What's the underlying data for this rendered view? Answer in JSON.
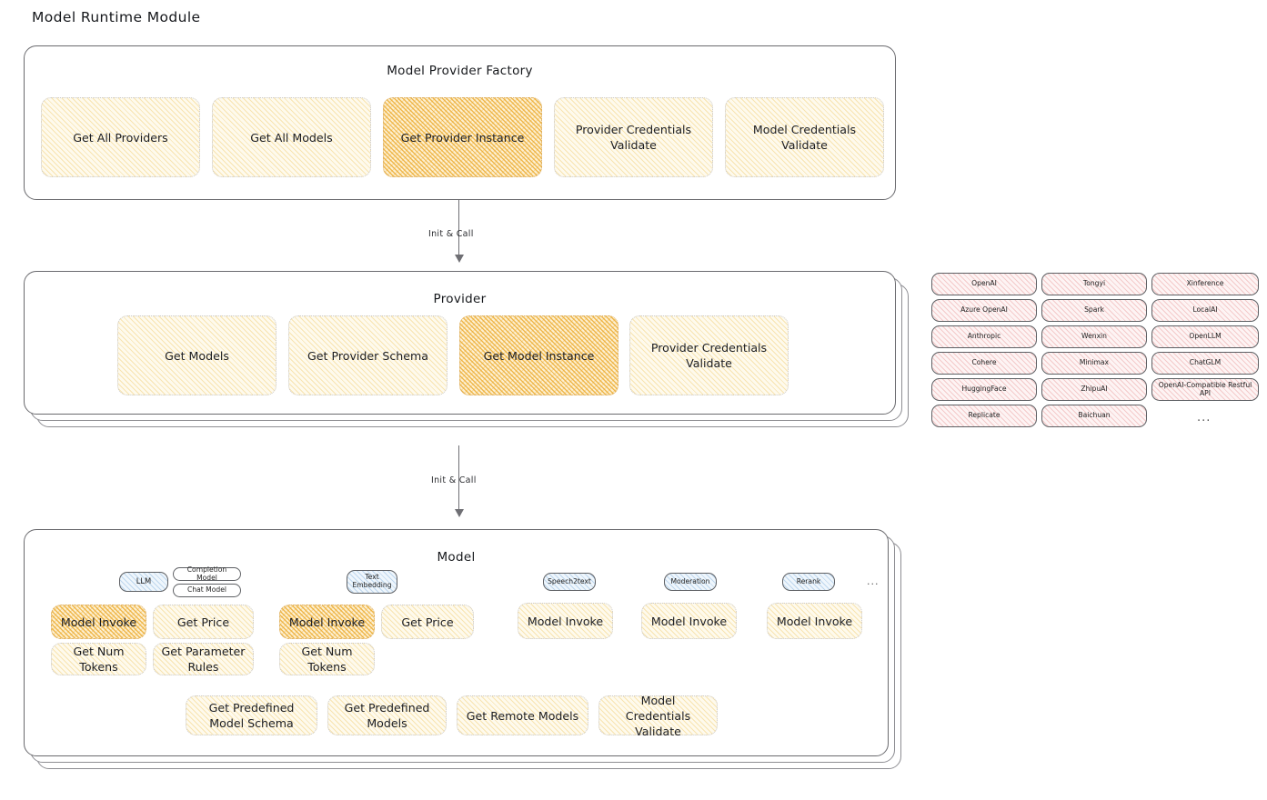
{
  "page": {
    "title": "Model Runtime Module"
  },
  "colors": {
    "highlight_fill": "#f0c45a",
    "light_fill": "#fefaed",
    "provider_chip_fill": "#fdf4f4",
    "model_type_chip_fill": "#eff6fc",
    "stroke": "#5b5b5f"
  },
  "factory": {
    "title": "Model Provider Factory",
    "boxes": [
      {
        "label": "Get All Providers",
        "highlight": false
      },
      {
        "label": "Get All Models",
        "highlight": false
      },
      {
        "label": "Get Provider Instance",
        "highlight": true
      },
      {
        "label": "Provider Credentials Validate",
        "highlight": false
      },
      {
        "label": "Model Credentials Validate",
        "highlight": false
      }
    ]
  },
  "arrows": [
    {
      "label": "Init & Call"
    },
    {
      "label": "Init & Call"
    }
  ],
  "provider": {
    "title": "Provider",
    "boxes": [
      {
        "label": "Get Models",
        "highlight": false
      },
      {
        "label": "Get Provider Schema",
        "highlight": false
      },
      {
        "label": "Get Model Instance",
        "highlight": true
      },
      {
        "label": "Provider Credentials Validate",
        "highlight": false
      }
    ]
  },
  "provider_list": {
    "columns": [
      {
        "items": [
          "OpenAI",
          "Azure OpenAI",
          "Anthropic",
          "Cohere",
          "HuggingFace",
          "Replicate"
        ]
      },
      {
        "items": [
          "Tongyi",
          "Spark",
          "Wenxin",
          "Minimax",
          "ZhipuAI",
          "Baichuan"
        ]
      },
      {
        "items": [
          "Xinference",
          "LocalAI",
          "OpenLLM",
          "ChatGLM",
          "OpenAI-Compatible Restful API"
        ]
      }
    ],
    "more": "..."
  },
  "model": {
    "title": "Model",
    "more": "...",
    "types": [
      {
        "name": "LLM",
        "subtypes": [
          "Completion Model",
          "Chat Model"
        ],
        "methods": [
          {
            "label": "Model Invoke",
            "highlight": true
          },
          {
            "label": "Get Price",
            "highlight": false
          },
          {
            "label": "Get Num Tokens",
            "highlight": false
          },
          {
            "label": "Get Parameter Rules",
            "highlight": false
          }
        ]
      },
      {
        "name": "Text Embedding",
        "subtypes": [],
        "methods": [
          {
            "label": "Model Invoke",
            "highlight": true
          },
          {
            "label": "Get Price",
            "highlight": false
          },
          {
            "label": "Get Num Tokens",
            "highlight": false
          }
        ]
      },
      {
        "name": "Speech2text",
        "subtypes": [],
        "methods": [
          {
            "label": "Model Invoke",
            "highlight": false
          }
        ]
      },
      {
        "name": "Moderation",
        "subtypes": [],
        "methods": [
          {
            "label": "Model Invoke",
            "highlight": false
          }
        ]
      },
      {
        "name": "Rerank",
        "subtypes": [],
        "methods": [
          {
            "label": "Model Invoke",
            "highlight": false
          }
        ]
      }
    ],
    "common_methods": [
      {
        "label": "Get Predefined Model Schema"
      },
      {
        "label": "Get Predefined Models"
      },
      {
        "label": "Get Remote Models"
      },
      {
        "label": "Model Credentials Validate"
      }
    ]
  }
}
